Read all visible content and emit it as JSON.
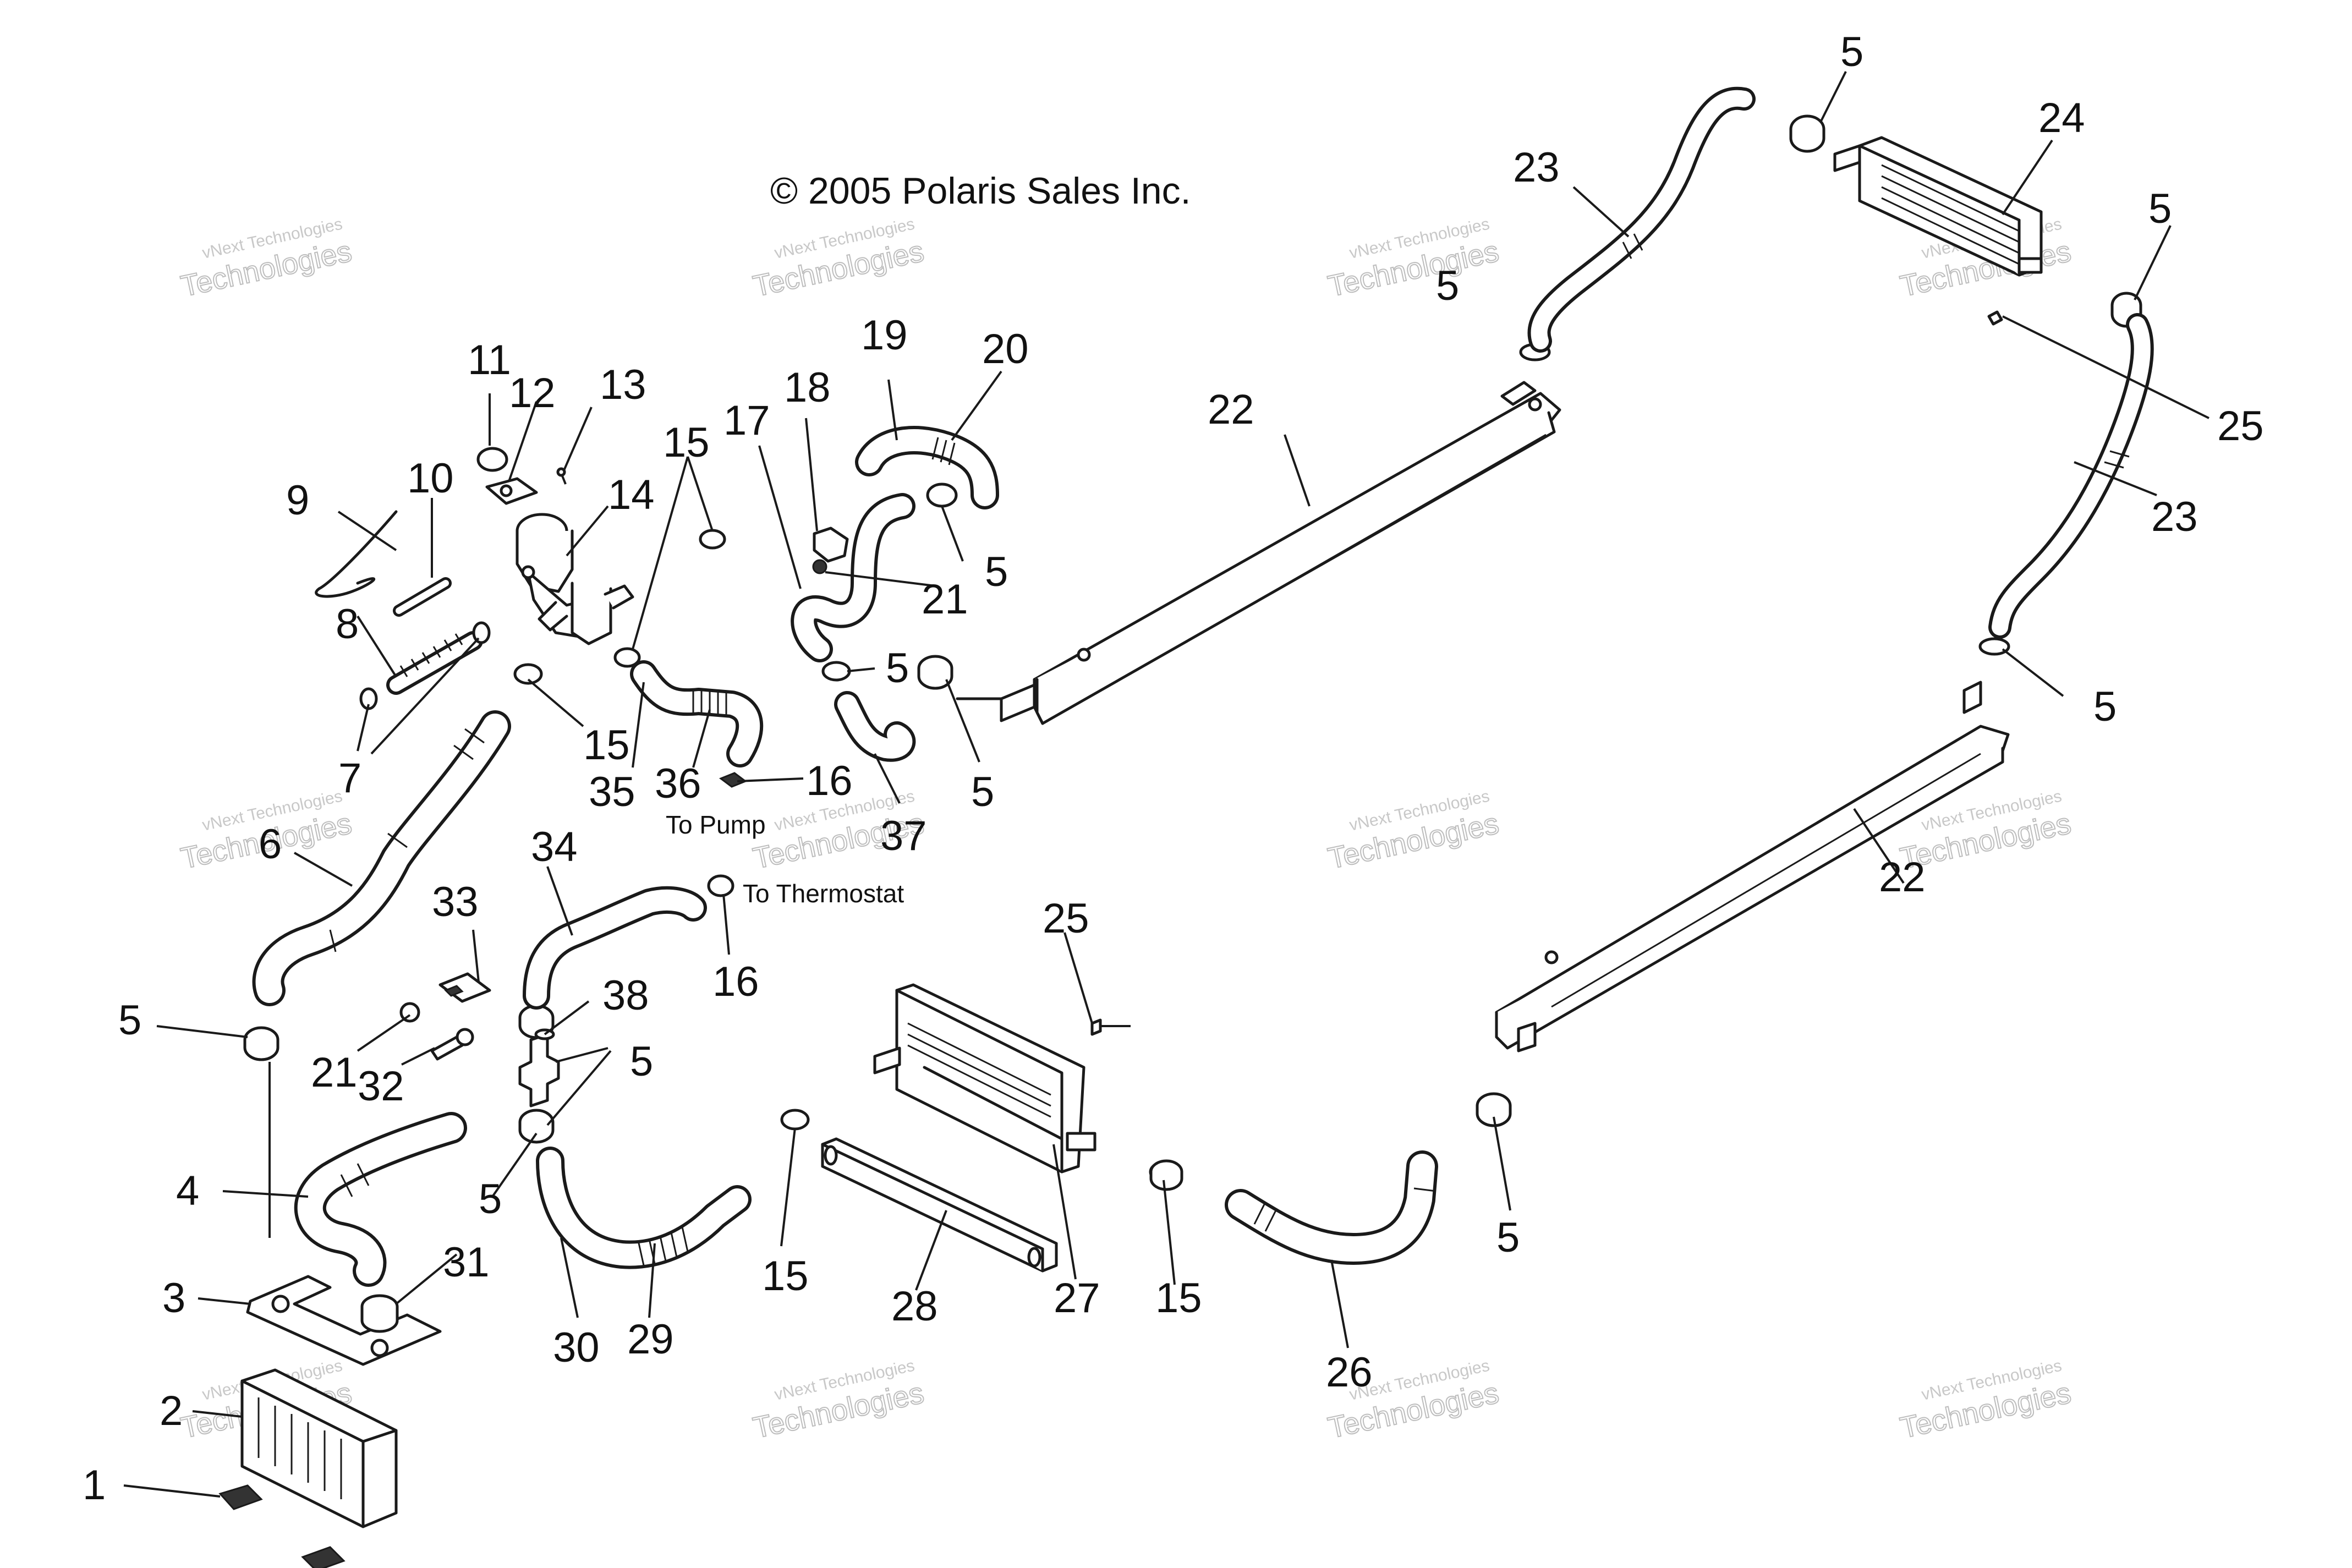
{
  "diagram": {
    "copyright": "© 2005 Polaris Sales Inc.",
    "notes": {
      "to_pump": "To Pump",
      "to_thermostat": "To Thermostat"
    },
    "watermark": {
      "line1": "vNext Technologies",
      "line2": "Technologies"
    },
    "callouts": [
      "1",
      "2",
      "3",
      "4",
      "5",
      "5",
      "5",
      "5",
      "5",
      "5",
      "5",
      "5",
      "5",
      "5",
      "5",
      "5",
      "5",
      "5",
      "6",
      "7",
      "8",
      "9",
      "10",
      "11",
      "12",
      "13",
      "14",
      "15",
      "15",
      "15",
      "15",
      "15",
      "16",
      "16",
      "17",
      "18",
      "19",
      "20",
      "21",
      "21",
      "22",
      "22",
      "23",
      "23",
      "24",
      "25",
      "25",
      "26",
      "27",
      "28",
      "29",
      "30",
      "31",
      "32",
      "33",
      "34",
      "35",
      "36",
      "37",
      "38"
    ]
  }
}
